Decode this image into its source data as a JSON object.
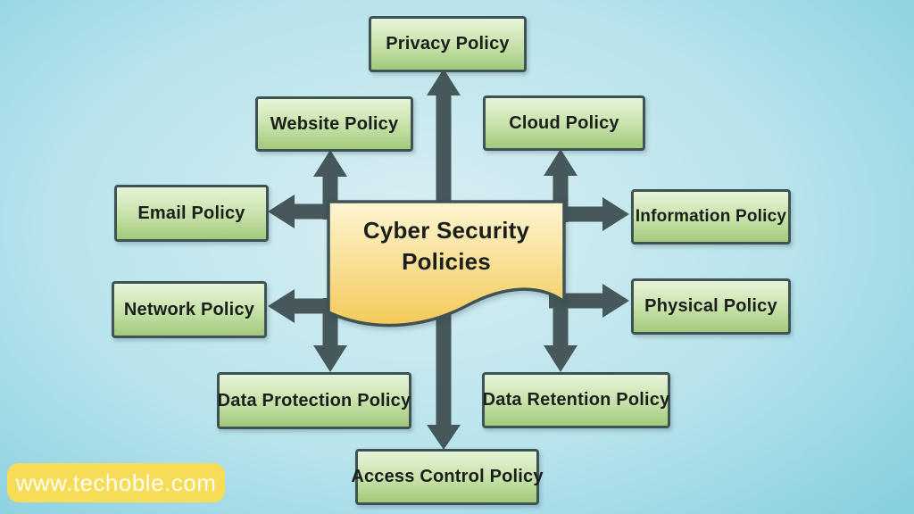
{
  "diagram": {
    "center": {
      "line1": "Cyber Security",
      "line2": "Policies"
    },
    "nodes": {
      "privacy": {
        "label": "Privacy Policy"
      },
      "website": {
        "label": "Website Policy"
      },
      "cloud": {
        "label": "Cloud Policy"
      },
      "email": {
        "label": "Email Policy"
      },
      "information": {
        "label": "Information Policy"
      },
      "network": {
        "label": "Network Policy"
      },
      "physical": {
        "label": "Physical Policy"
      },
      "data_protection": {
        "label": "Data Protection Policy"
      },
      "data_retention": {
        "label": "Data Retention Policy"
      },
      "access_control": {
        "label": "Access Control Policy"
      }
    },
    "connections": [
      {
        "from": "Cyber Security Policies",
        "to": "Privacy Policy",
        "direction": "up"
      },
      {
        "from": "Cyber Security Policies",
        "to": "Website Policy",
        "direction": "left-then-up"
      },
      {
        "from": "Cyber Security Policies",
        "to": "Cloud Policy",
        "direction": "right-then-up"
      },
      {
        "from": "Cyber Security Policies",
        "to": "Email Policy",
        "direction": "left"
      },
      {
        "from": "Cyber Security Policies",
        "to": "Information Policy",
        "direction": "right"
      },
      {
        "from": "Cyber Security Policies",
        "to": "Network Policy",
        "direction": "left"
      },
      {
        "from": "Cyber Security Policies",
        "to": "Physical Policy",
        "direction": "right"
      },
      {
        "from": "Cyber Security Policies",
        "to": "Data Protection Policy",
        "direction": "left-then-down"
      },
      {
        "from": "Cyber Security Policies",
        "to": "Data Retention Policy",
        "direction": "right-then-down"
      },
      {
        "from": "Cyber Security Policies",
        "to": "Access Control Policy",
        "direction": "down"
      }
    ]
  },
  "watermark": {
    "text": "www.techoble.com"
  },
  "colors": {
    "background_center": "#d9eef3",
    "background_edge": "#83cedd",
    "node_fill_top": "#e7f4d8",
    "node_fill_mid": "#c6e1a8",
    "node_fill_bottom": "#a1c97b",
    "node_border": "#3f5355",
    "center_fill_top": "#fdf5d3",
    "center_fill_bottom": "#f4ca58",
    "arrow": "#46585a",
    "text": "#1b1f1b",
    "watermark_bg": "#f7dc58",
    "watermark_text": "#fffdf4"
  }
}
